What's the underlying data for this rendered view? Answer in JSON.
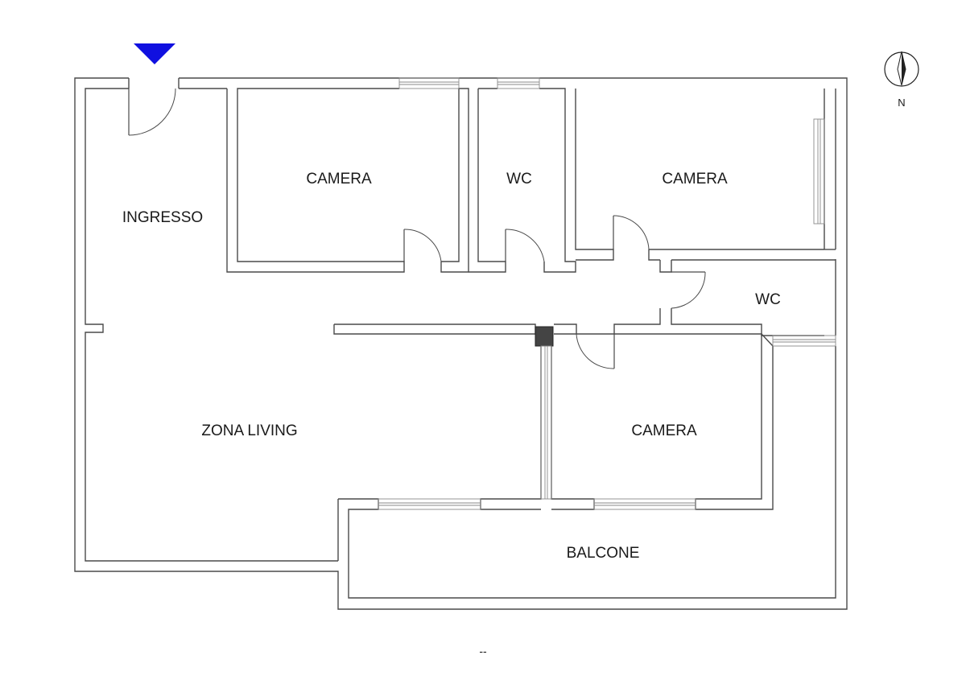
{
  "rooms": {
    "ingresso": "INGRESSO",
    "camera_1": "CAMERA",
    "wc_1": "WC",
    "camera_2": "CAMERA",
    "wc_2": "WC",
    "zona_living": "ZONA LIVING",
    "camera_3": "CAMERA",
    "balcone": "BALCONE"
  },
  "compass": {
    "label": "N"
  },
  "scale": {
    "label": "--"
  },
  "colors": {
    "entrance_marker": "#1010e0",
    "walls": "#4a4a4a",
    "pillar": "#444444"
  },
  "icons": {
    "entrance": "entrance-triangle-icon",
    "north": "north-arrow-icon"
  }
}
